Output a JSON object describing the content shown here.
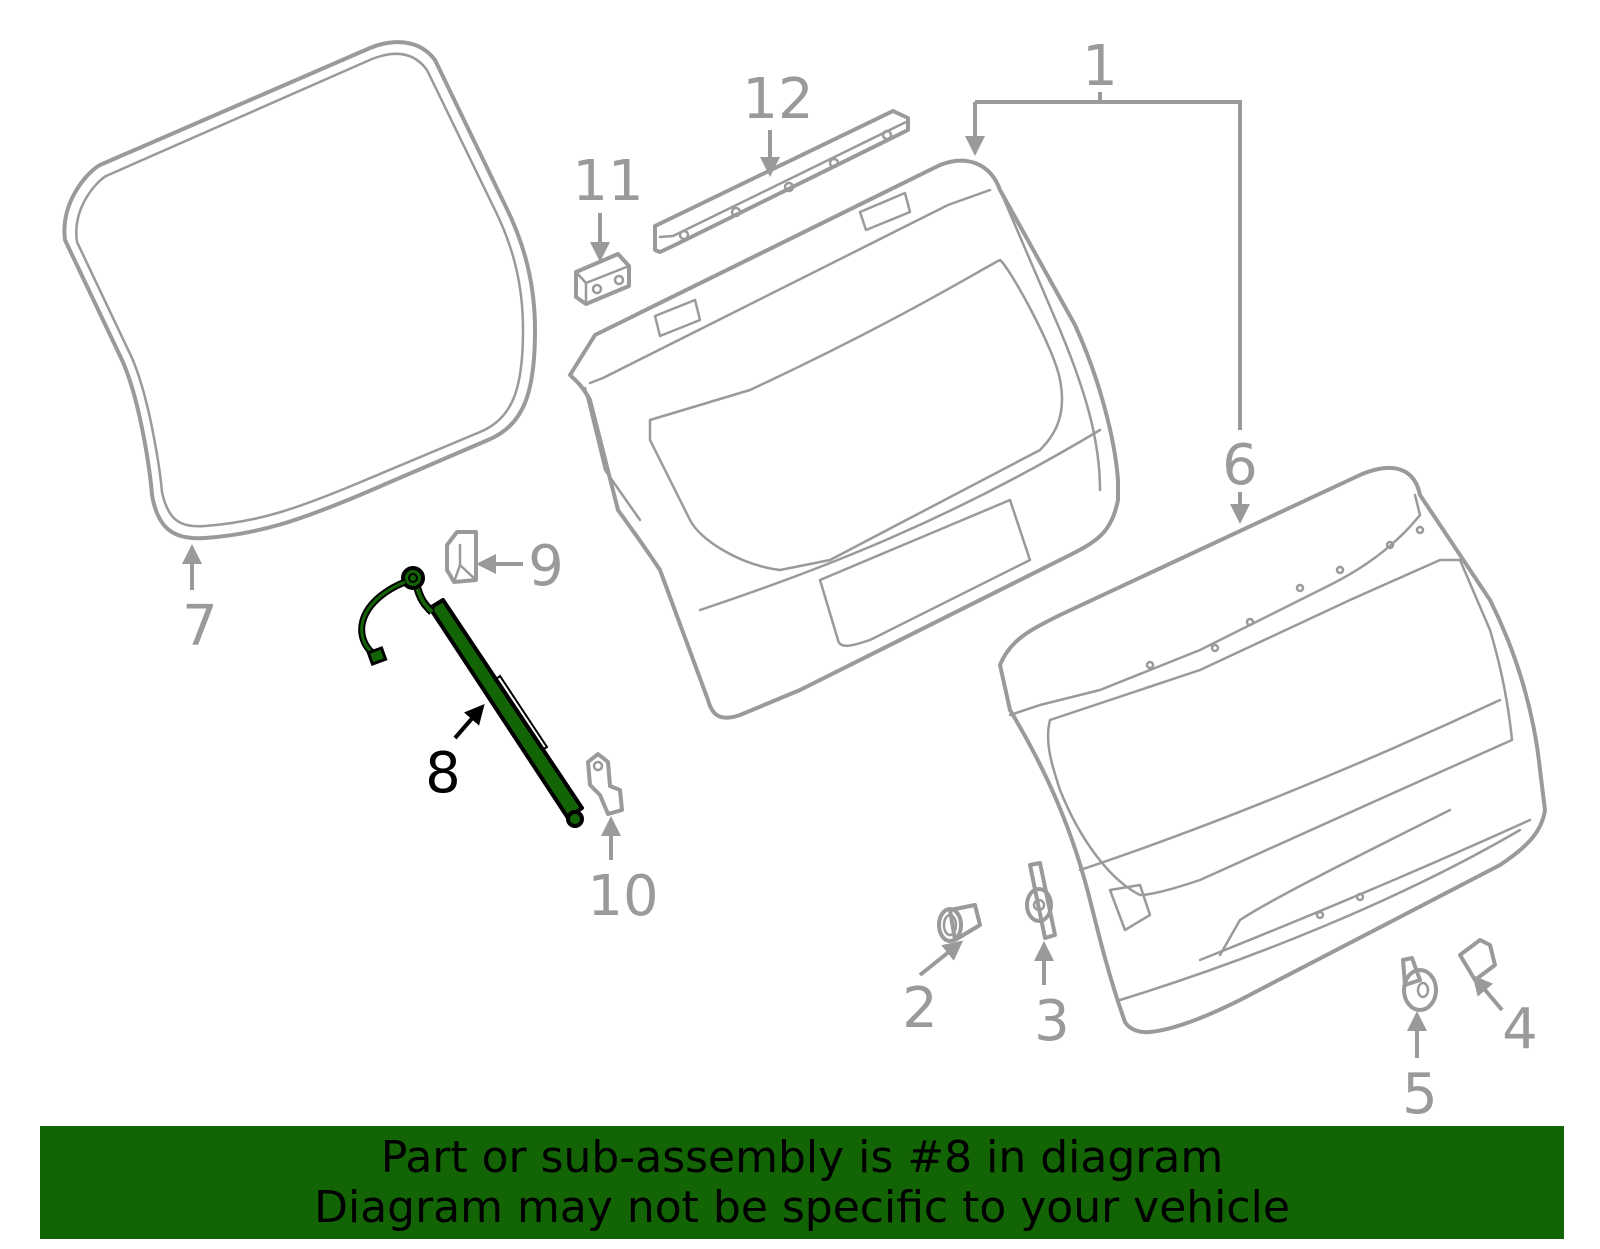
{
  "diagram": {
    "title": "Liftgate components exploded diagram",
    "highlighted_part": "8",
    "highlight_color": "#136405",
    "line_color": "#9a9a9a",
    "callouts": [
      {
        "id": "1",
        "label": "1",
        "part": "liftgate-assembly"
      },
      {
        "id": "2",
        "label": "2",
        "part": "bumper-stop"
      },
      {
        "id": "3",
        "label": "3",
        "part": "striker-bracket"
      },
      {
        "id": "4",
        "label": "4",
        "part": "cover-cap"
      },
      {
        "id": "5",
        "label": "5",
        "part": "push-clip"
      },
      {
        "id": "6",
        "label": "6",
        "part": "liftgate-inner-panel"
      },
      {
        "id": "7",
        "label": "7",
        "part": "weatherstrip-seal"
      },
      {
        "id": "8",
        "label": "8",
        "part": "power-lift-strut"
      },
      {
        "id": "9",
        "label": "9",
        "part": "upper-strut-bracket"
      },
      {
        "id": "10",
        "label": "10",
        "part": "lower-strut-bracket"
      },
      {
        "id": "11",
        "label": "11",
        "part": "hinge-bracket"
      },
      {
        "id": "12",
        "label": "12",
        "part": "reinforcement-rail"
      }
    ]
  },
  "banner": {
    "line1": "Part or sub-assembly is #8 in diagram",
    "line2": "Diagram may not be specific to your vehicle",
    "background": "#136405"
  }
}
